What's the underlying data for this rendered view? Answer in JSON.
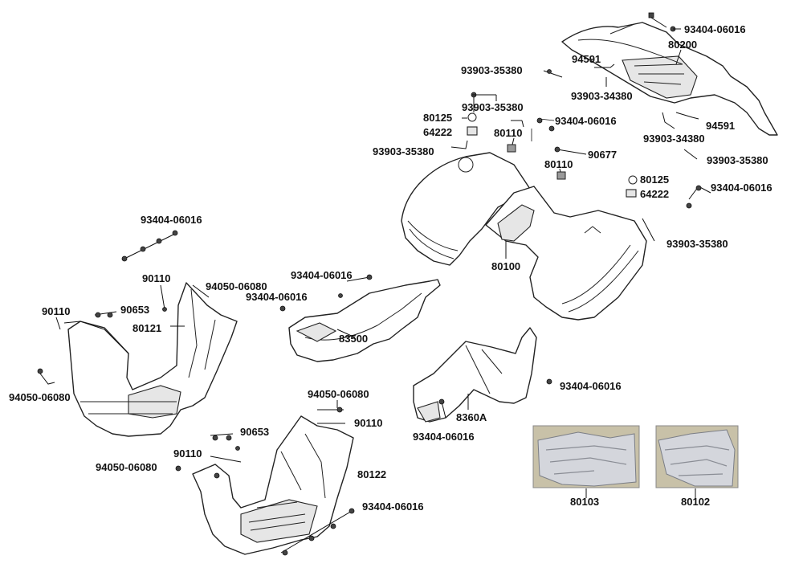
{
  "labels": {
    "l_93404_a": "93404-06016",
    "l_80200": "80200",
    "l_93903_35380_a": "93903-35380",
    "l_94591_a": "94591",
    "l_93903_34380_a": "93903-34380",
    "l_93903_35380_b": "93903-35380",
    "l_80125_a": "80125",
    "l_64222_a": "64222",
    "l_80110_a": "80110",
    "l_93404_b": "93404-06016",
    "l_94591_b": "94591",
    "l_93903_34380_b": "93903-34380",
    "l_93903_35380_c": "93903-35380",
    "l_93903_35380_d": "93903-35380",
    "l_90677": "90677",
    "l_80110_b": "80110",
    "l_80125_b": "80125",
    "l_64222_b": "64222",
    "l_93404_c": "93404-06016",
    "l_93903_35380_e": "93903-35380",
    "l_80100": "80100",
    "l_93404_d": "93404-06016",
    "l_90110_a": "90110",
    "l_94050_a": "94050-06080",
    "l_93404_e": "93404-06016",
    "l_93404_f": "93404-06016",
    "l_90110_b": "90110",
    "l_90653_a": "90653",
    "l_80121": "80121",
    "l_83500": "83500",
    "l_94050_b": "94050-06080",
    "l_93404_g": "93404-06016",
    "l_8360a": "8360A",
    "l_93404_h": "93404-06016",
    "l_94050_c": "94050-06080",
    "l_90110_c": "90110",
    "l_90653_b": "90653",
    "l_90110_d": "90110",
    "l_94050_d": "94050-06080",
    "l_80122": "80122",
    "l_93404_i": "93404-06016",
    "l_80103": "80103",
    "l_80102": "80102"
  }
}
